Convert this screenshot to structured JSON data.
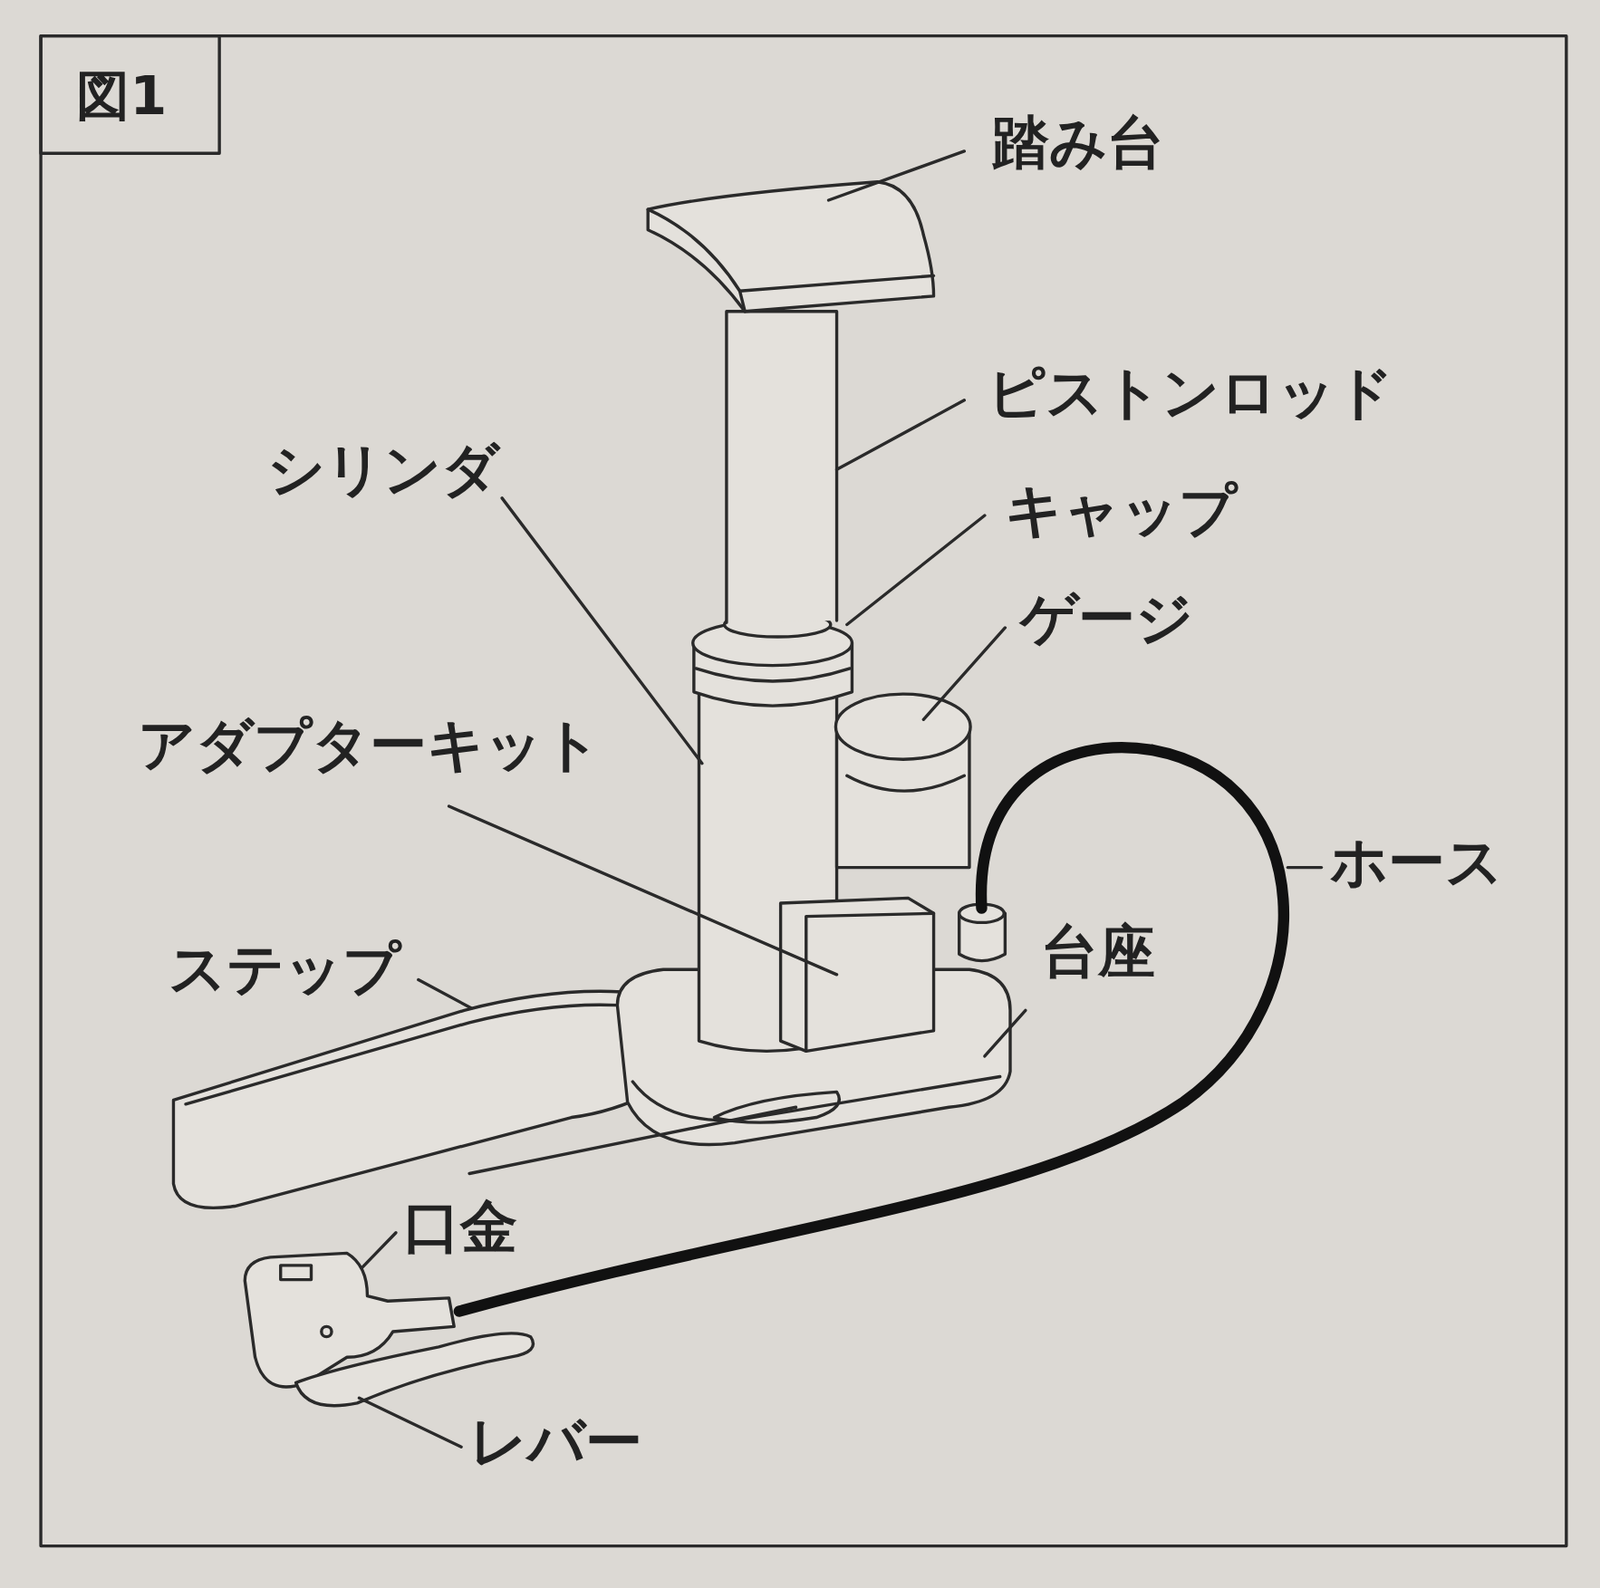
{
  "diagram": {
    "title": "図1",
    "labels": [
      "踏み台",
      "ピストンロッド",
      "シリンダ",
      "キャップ",
      "ゲージ",
      "アダプターキット",
      "ホース",
      "台座",
      "ステップ",
      "口金",
      "レバー"
    ]
  }
}
